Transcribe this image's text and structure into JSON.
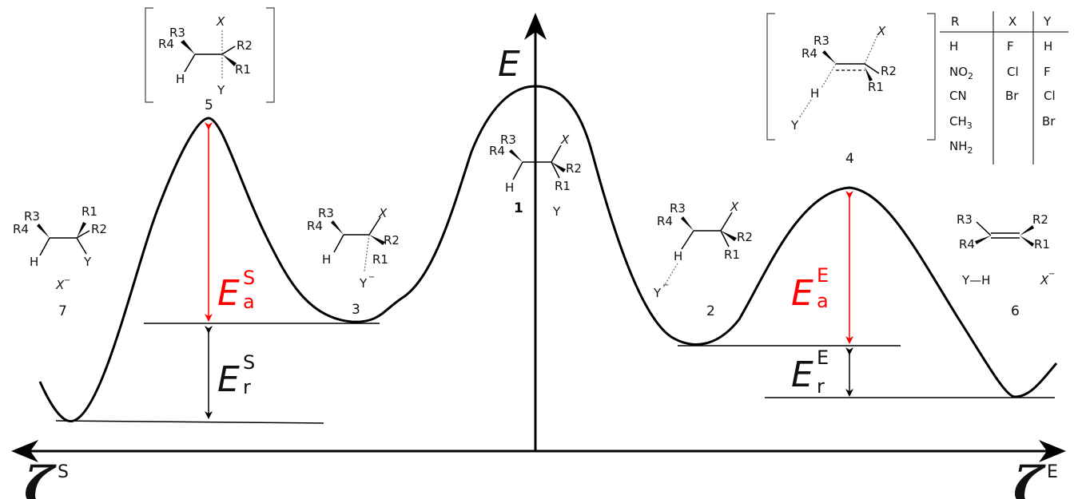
{
  "axes": {
    "energy_label": "E",
    "left_axis": {
      "symbol": "ζ",
      "superscript": "S"
    },
    "right_axis": {
      "symbol": "ζ",
      "superscript": "E"
    }
  },
  "energies": {
    "activation_sn": {
      "symbol": "E",
      "sub": "a",
      "sup": "S"
    },
    "reaction_sn": {
      "symbol": "E",
      "sub": "r",
      "sup": "S"
    },
    "activation_e": {
      "symbol": "E",
      "sub": "a",
      "sup": "E"
    },
    "reaction_e": {
      "symbol": "E",
      "sub": "r",
      "sup": "E"
    }
  },
  "states": {
    "s1": "1",
    "s2": "2",
    "s3": "3",
    "s4": "4",
    "s5": "5",
    "s6": "6",
    "s7": "7"
  },
  "groups": {
    "R1": "R1",
    "R2": "R2",
    "R3": "R3",
    "R4": "R4",
    "X": "X",
    "Y": "Y",
    "H": "H",
    "Xminus": "X",
    "Yminus": "Y",
    "minus": "−",
    "YH": "Y—H"
  },
  "substituents_table": {
    "headers": [
      "R",
      "X",
      "Y"
    ],
    "R": [
      "H",
      "NO2",
      "CN",
      "CH3",
      "NH2"
    ],
    "X": [
      "F",
      "Cl",
      "Br"
    ],
    "Y": [
      "H",
      "F",
      "Cl",
      "Br"
    ]
  },
  "colors": {
    "line": "#000000",
    "activation": "#ff0000"
  }
}
